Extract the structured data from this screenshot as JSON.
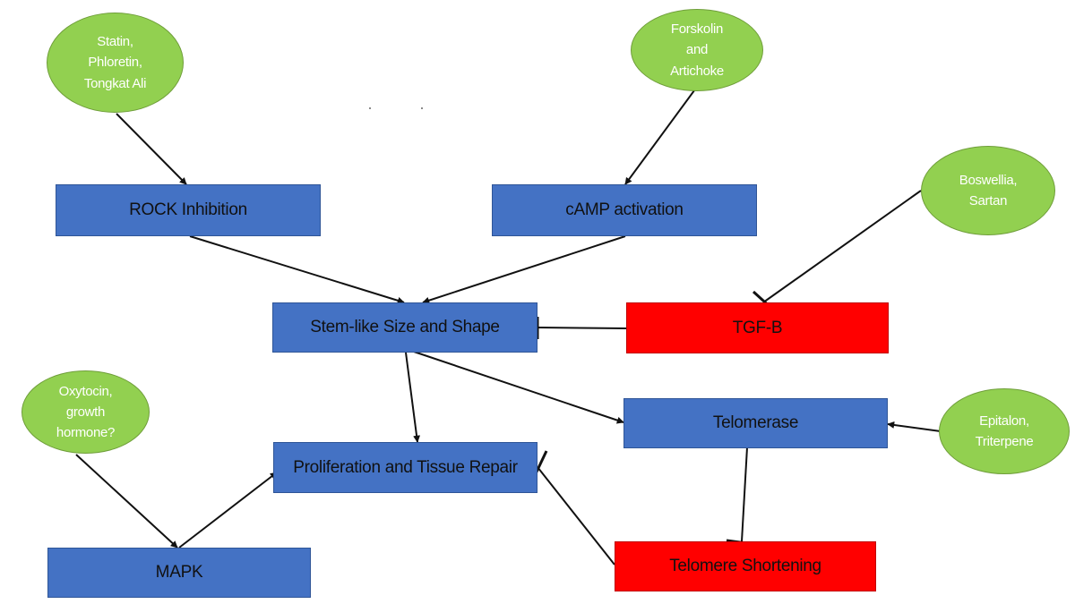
{
  "nodes": {
    "statin": {
      "label": "Statin,\nPhloretin,\nTongkat Ali"
    },
    "forskolin": {
      "label": "Forskolin\nand\nArtichoke"
    },
    "boswellia": {
      "label": "Boswellia,\nSartan"
    },
    "oxytocin": {
      "label": "Oxytocin,\ngrowth\nhormone?"
    },
    "epitalon": {
      "label": "Epitalon,\nTriterpene"
    },
    "rock": {
      "label": "ROCK Inhibition"
    },
    "camp": {
      "label": "cAMP activation"
    },
    "stem": {
      "label": "Stem-like Size and Shape"
    },
    "tgfb": {
      "label": "TGF-B"
    },
    "prolif": {
      "label": "Proliferation and Tissue Repair"
    },
    "telomerase": {
      "label": "Telomerase"
    },
    "mapk": {
      "label": "MAPK"
    },
    "telomere": {
      "label": "Telomere Shortening"
    }
  },
  "edges": [
    {
      "from": "statin",
      "to": "rock",
      "type": "activates"
    },
    {
      "from": "forskolin",
      "to": "camp",
      "type": "activates"
    },
    {
      "from": "rock",
      "to": "stem",
      "type": "activates"
    },
    {
      "from": "camp",
      "to": "stem",
      "type": "activates"
    },
    {
      "from": "boswellia",
      "to": "tgfb",
      "type": "inhibits"
    },
    {
      "from": "tgfb",
      "to": "stem",
      "type": "inhibits"
    },
    {
      "from": "stem",
      "to": "prolif",
      "type": "activates"
    },
    {
      "from": "stem",
      "to": "telomerase",
      "type": "activates"
    },
    {
      "from": "epitalon",
      "to": "telomerase",
      "type": "activates"
    },
    {
      "from": "telomerase",
      "to": "telomere",
      "type": "inhibits"
    },
    {
      "from": "telomere",
      "to": "prolif",
      "type": "inhibits"
    },
    {
      "from": "oxytocin",
      "to": "mapk",
      "type": "activates"
    },
    {
      "from": "mapk",
      "to": "prolif",
      "type": "activates"
    }
  ],
  "colors": {
    "process_box": "#4472c4",
    "negative_box": "#ff0000",
    "agent_ellipse": "#92d050",
    "connector": "#111111"
  }
}
